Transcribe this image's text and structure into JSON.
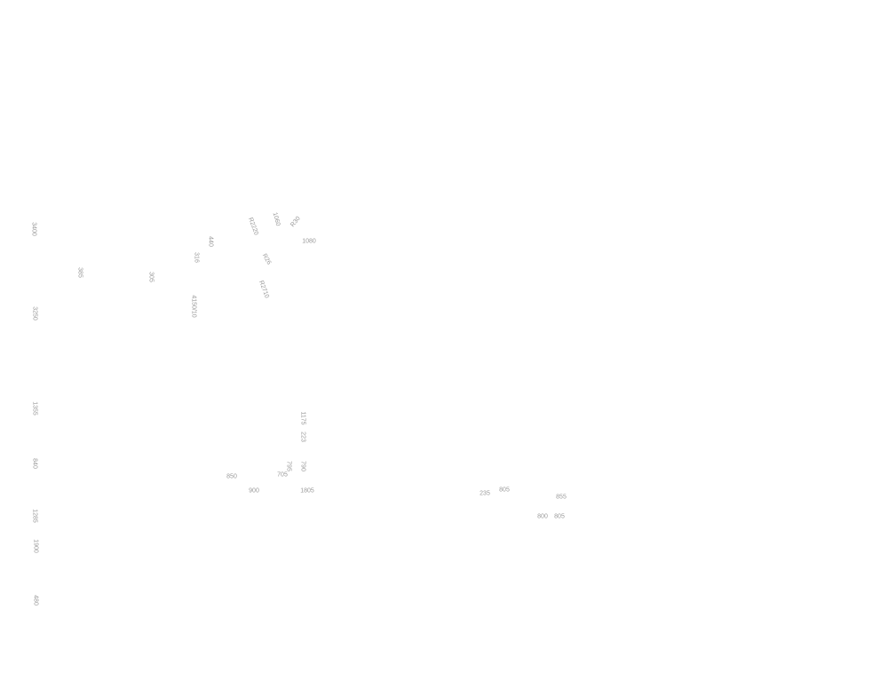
{
  "dimensions": {
    "left_column": [
      "3400",
      "3250",
      "1355",
      "840",
      "1285",
      "1900",
      "480"
    ],
    "upper": [
      "385",
      "305",
      "440",
      "316",
      "4150/10",
      "R2220",
      "1060",
      "R30",
      "1080",
      "R26",
      "R2710"
    ],
    "middle": [
      "1175",
      "223",
      "795",
      "705",
      "790",
      "850",
      "900",
      "1805"
    ],
    "right": [
      "235",
      "805",
      "855",
      "800",
      "805"
    ]
  }
}
